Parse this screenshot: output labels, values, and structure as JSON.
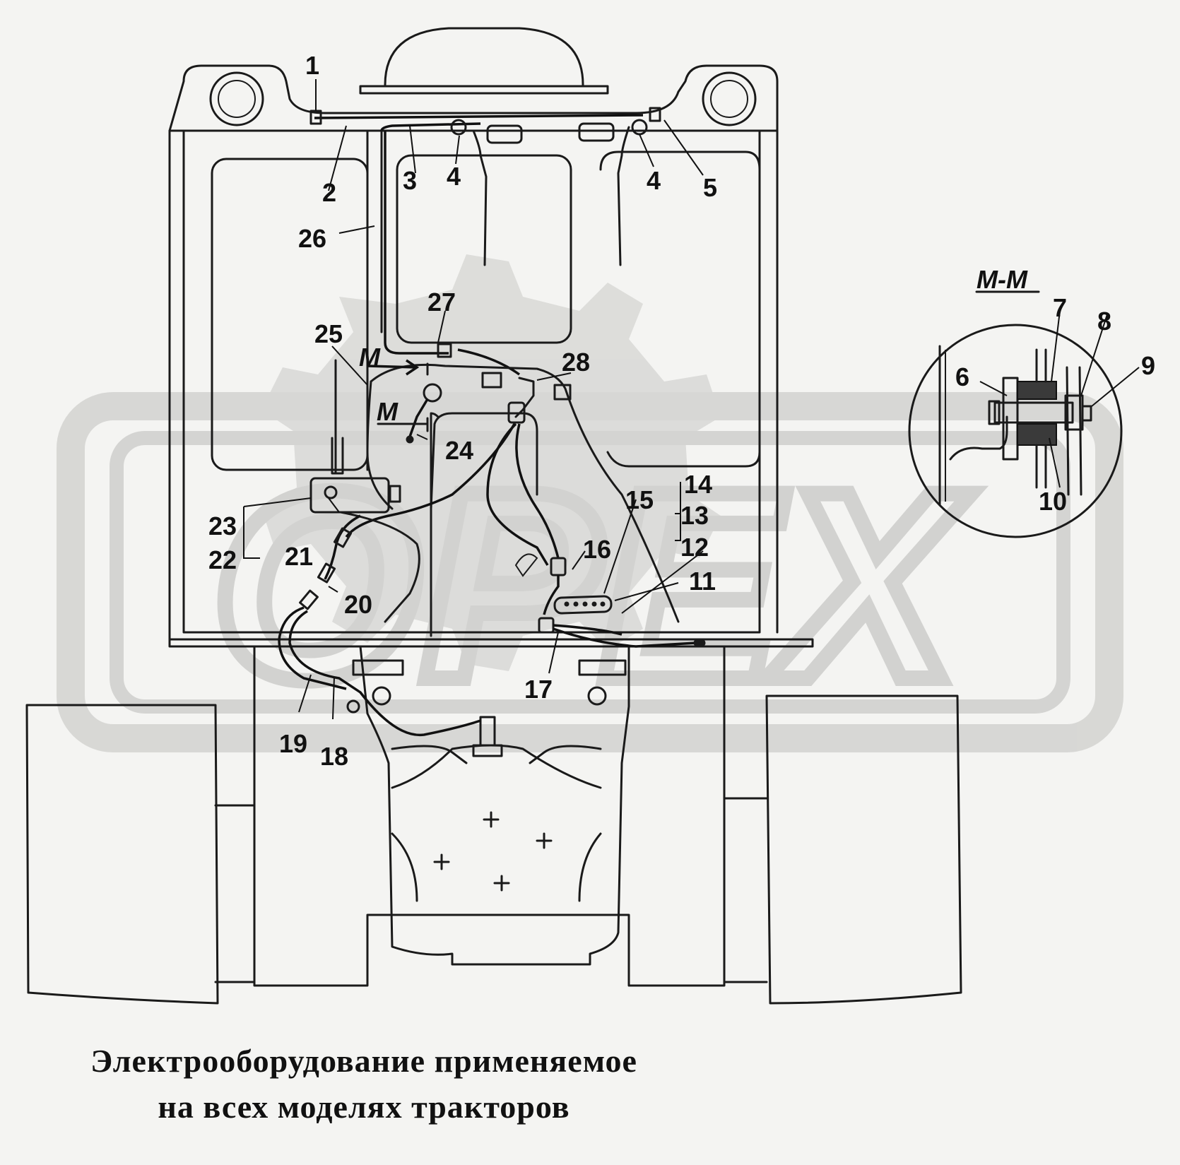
{
  "caption": {
    "line1": "Электрооборудование применяемое",
    "line2": "на всех моделях тракторов"
  },
  "section_label": "M-M",
  "section_marks": [
    "M",
    "M"
  ],
  "callouts": [
    "1",
    "2",
    "3",
    "4",
    "4",
    "5",
    "6",
    "7",
    "8",
    "9",
    "10",
    "11",
    "12",
    "13",
    "14",
    "15",
    "16",
    "17",
    "18",
    "19",
    "20",
    "21",
    "22",
    "23",
    "24",
    "25",
    "26",
    "27",
    "28"
  ],
  "watermark": "OPEX"
}
